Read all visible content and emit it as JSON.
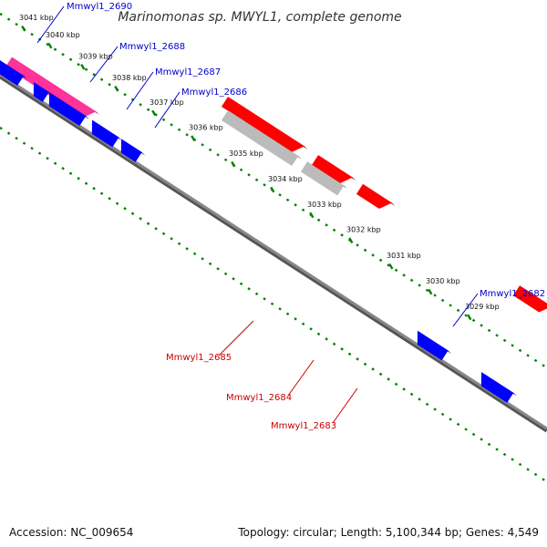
{
  "title": "Marinomonas sp. MWYL1, complete genome",
  "accession": "Accession: NC_009654",
  "summary": "Topology: circular; Length: 5,100,344 bp; Genes: 4,549",
  "colors": {
    "forward_gene": "#ff0000",
    "reverse_gene": "#0000ff",
    "highlight_gene": "#ff3399",
    "pseudo_gene": "#bbbbbb",
    "backbone": "#888888",
    "ticks": "#008000",
    "forward_label": "#cc0000",
    "reverse_label": "#0000cc"
  },
  "ticks": [
    {
      "label": "3041 kbp"
    },
    {
      "label": "3040 kbp"
    },
    {
      "label": "3039 kbp"
    },
    {
      "label": "3038 kbp"
    },
    {
      "label": "3037 kbp"
    },
    {
      "label": "3036 kbp"
    },
    {
      "label": "3035 kbp"
    },
    {
      "label": "3034 kbp"
    },
    {
      "label": "3033 kbp"
    },
    {
      "label": "3032 kbp"
    },
    {
      "label": "3031 kbp"
    },
    {
      "label": "3030 kbp"
    },
    {
      "label": "3029 kbp"
    }
  ],
  "gene_labels": [
    {
      "text": "Mmwyl1_2690",
      "strand": "reverse"
    },
    {
      "text": "Mmwyl1_2688",
      "strand": "reverse"
    },
    {
      "text": "Mmwyl1_2687",
      "strand": "reverse"
    },
    {
      "text": "Mmwyl1_2686",
      "strand": "reverse"
    },
    {
      "text": "Mmwyl1_2682",
      "strand": "reverse"
    },
    {
      "text": "Mmwyl1_2685",
      "strand": "forward"
    },
    {
      "text": "Mmwyl1_2684",
      "strand": "forward"
    },
    {
      "text": "Mmwyl1_2683",
      "strand": "forward"
    }
  ]
}
